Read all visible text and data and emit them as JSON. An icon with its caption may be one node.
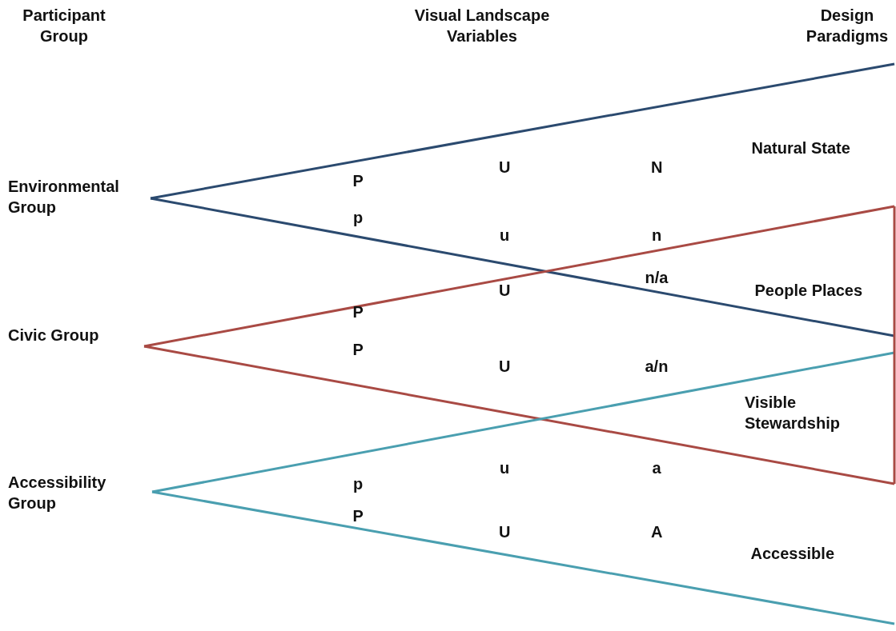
{
  "diagram": {
    "nodes": [
      {
        "text": [
          "Environmental Group"
        ]
      },
      {
        "text": [
          "Civic Group"
        ]
      },
      {
        "text": [
          "Accessibility Group"
        ]
      }
    ],
    "edges": [
      {
        "from": 0,
        "to": null,
        "arrow": "none",
        "color": "#2b4a6f"
      },
      {
        "from": 0,
        "to": null,
        "arrow": "none",
        "color": "#2b4a6f"
      },
      {
        "from": 1,
        "to": null,
        "arrow": "none",
        "color": "#a94a44"
      },
      {
        "from": 1,
        "to": null,
        "arrow": "none",
        "color": "#a94a44"
      },
      {
        "from": 2,
        "to": null,
        "arrow": "none",
        "color": "#4a9fb0"
      },
      {
        "from": 2,
        "to": null,
        "arrow": "none",
        "color": "#4a9fb0"
      }
    ],
    "labels": [
      "Participant Group",
      "Visual Landscape Variables",
      "Design Paradigms",
      "Natural State",
      "U",
      "N",
      "P",
      "p",
      "u",
      "n",
      "U",
      "n/a",
      "People Places",
      "P",
      "P",
      "U",
      "a/n",
      "Visible Stewardship",
      "u",
      "a",
      "p",
      "P",
      "U",
      "A",
      "Accessible"
    ]
  }
}
